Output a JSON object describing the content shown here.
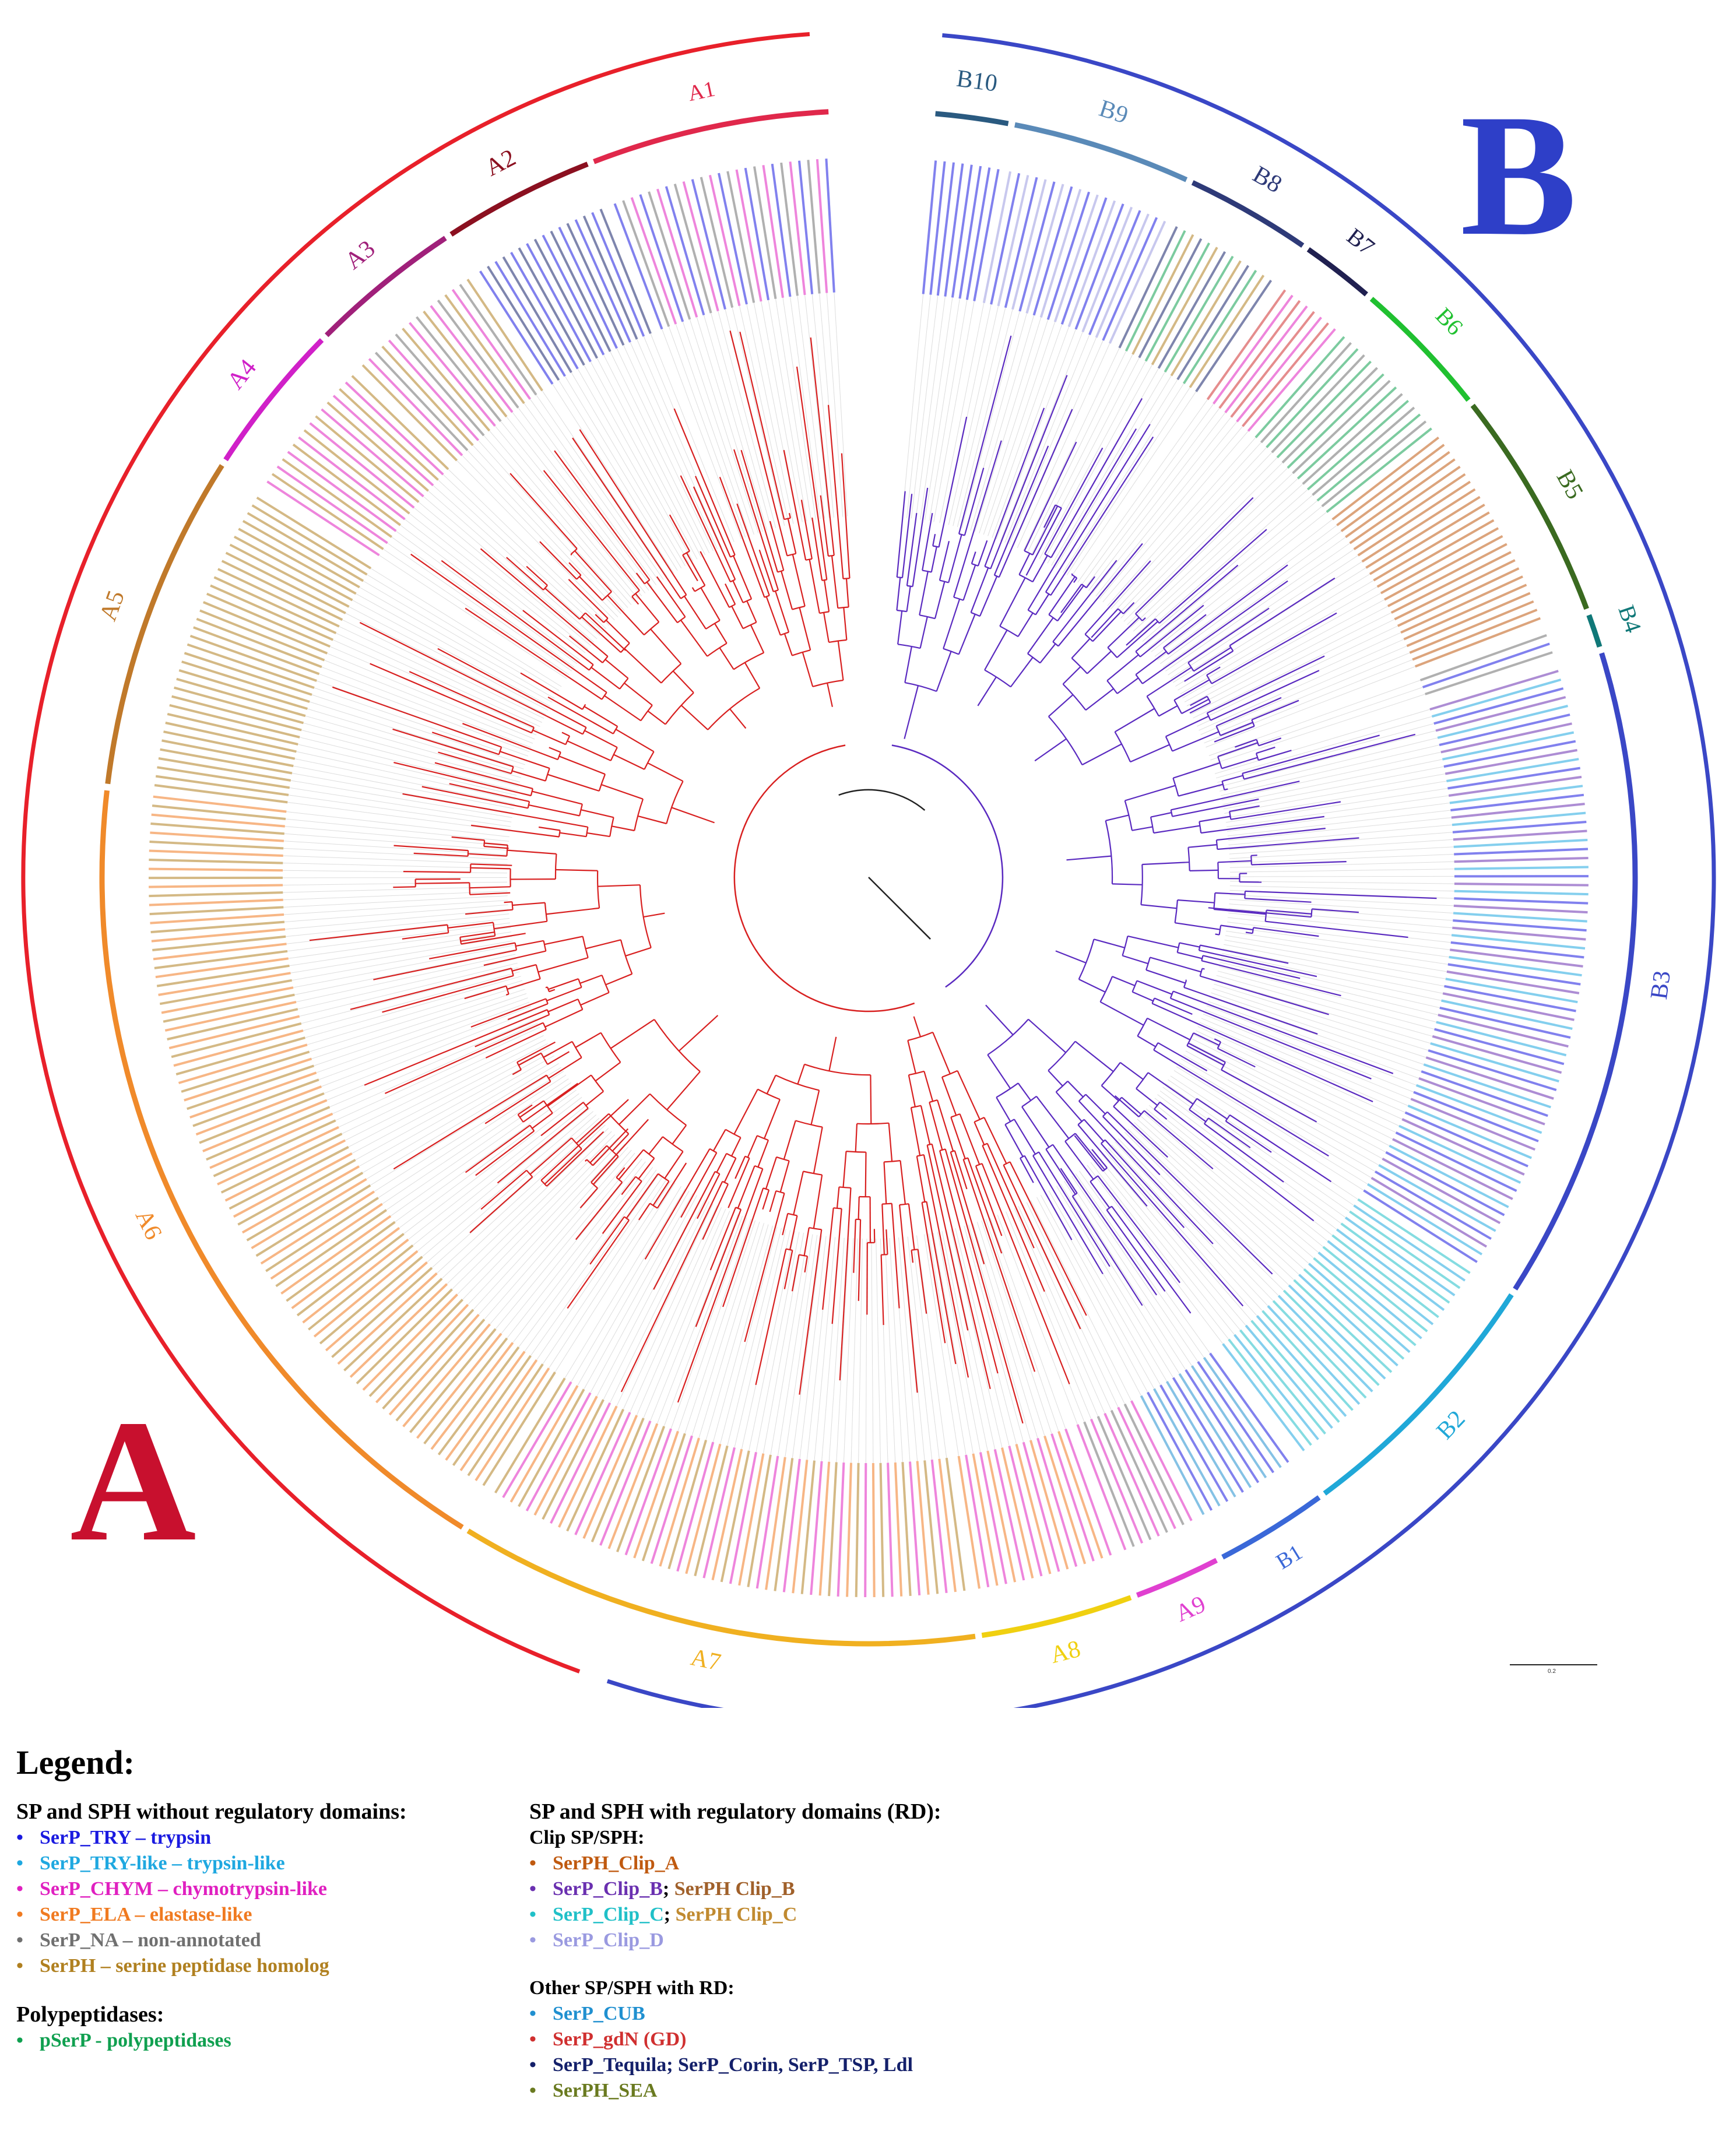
{
  "panel_labels": {
    "a": {
      "text": "A",
      "color": "#c8102e"
    },
    "b": {
      "text": "B",
      "color": "#2e3fc8"
    }
  },
  "scale": {
    "label": "0.2"
  },
  "outer_arcs": [
    {
      "name": "A",
      "color": "#e8202a"
    },
    {
      "name": "B",
      "color": "#3a47c6"
    }
  ],
  "clades": [
    {
      "label": "A1",
      "color": "#e0284b"
    },
    {
      "label": "A2",
      "color": "#8b1020"
    },
    {
      "label": "A3",
      "color": "#a0207a"
    },
    {
      "label": "A4",
      "color": "#d020c8"
    },
    {
      "label": "A5",
      "color": "#c0792a"
    },
    {
      "label": "A6",
      "color": "#f08a2a"
    },
    {
      "label": "A7",
      "color": "#f0b020"
    },
    {
      "label": "A8",
      "color": "#f0d010"
    },
    {
      "label": "A9",
      "color": "#e040d0"
    },
    {
      "label": "B1",
      "color": "#3a68d8"
    },
    {
      "label": "B2",
      "color": "#20a8d8"
    },
    {
      "label": "B3",
      "color": "#3a47c6"
    },
    {
      "label": "B4",
      "color": "#107878"
    },
    {
      "label": "B5",
      "color": "#3a6a20"
    },
    {
      "label": "B6",
      "color": "#20c030"
    },
    {
      "label": "B7",
      "color": "#202050"
    },
    {
      "label": "B8",
      "color": "#2e3a78"
    },
    {
      "label": "B9",
      "color": "#5a8ab8"
    },
    {
      "label": "B10",
      "color": "#2a5a80"
    }
  ],
  "legend": {
    "title": "Legend:",
    "col1_heading": "SP and SPH without regulatory domains:",
    "col1_items": [
      {
        "text": "SerP_TRY – trypsin",
        "color": "#1a1ae0"
      },
      {
        "text": "SerP_TRY-like – trypsin-like",
        "color": "#1fa8e0"
      },
      {
        "text": "SerP_CHYM – chymotrypsin-like",
        "color": "#e020c0"
      },
      {
        "text": "SerP_ELA – elastase-like",
        "color": "#f07a20"
      },
      {
        "text": "SerP_NA – non-annotated",
        "color": "#707070"
      },
      {
        "text": "SerPH – serine peptidase homolog",
        "color": "#b08020"
      }
    ],
    "poly_heading": "Polypeptidases:",
    "poly_items": [
      {
        "text": "pSerP - polypeptidases",
        "color": "#10a050"
      }
    ],
    "col2_heading": "SP and SPH with regulatory domains (RD):",
    "clip_heading": "Clip SP/SPH:",
    "clip_items": [
      {
        "parts": [
          {
            "text": "SerPH_Clip_A",
            "color": "#c05a10"
          }
        ],
        "bullet_color": "#c05a10"
      },
      {
        "parts": [
          {
            "text": "SerP_Clip_B",
            "color": "#6a30b0"
          },
          {
            "text": "; ",
            "color": "#000"
          },
          {
            "text": "SerPH Clip_B",
            "color": "#a0602a"
          }
        ],
        "bullet_color": "#6a30b0"
      },
      {
        "parts": [
          {
            "text": "SerP_Clip_C",
            "color": "#20c0c8"
          },
          {
            "text": "; ",
            "color": "#000"
          },
          {
            "text": "SerPH Clip_C",
            "color": "#c08a30"
          }
        ],
        "bullet_color": "#20c0c8"
      },
      {
        "parts": [
          {
            "text": "SerP_Clip_D",
            "color": "#9a9ae0"
          }
        ],
        "bullet_color": "#9a9ae0"
      }
    ],
    "other_heading": "Other SP/SPH with RD:",
    "other_items": [
      {
        "parts": [
          {
            "text": "SerP_CUB",
            "color": "#2090d0"
          }
        ],
        "bullet_color": "#2090d0"
      },
      {
        "parts": [
          {
            "text": "SerP_gdN (GD)",
            "color": "#d03030"
          }
        ],
        "bullet_color": "#d03030"
      },
      {
        "parts": [
          {
            "text": "SerP_Tequila; SerP_Corin, SerP_TSP, Ldl",
            "color": "#14206a"
          }
        ],
        "bullet_color": "#14206a"
      },
      {
        "parts": [
          {
            "text": "SerPH_SEA",
            "color": "#6a7a20"
          }
        ],
        "bullet_color": "#6a7a20"
      }
    ]
  }
}
